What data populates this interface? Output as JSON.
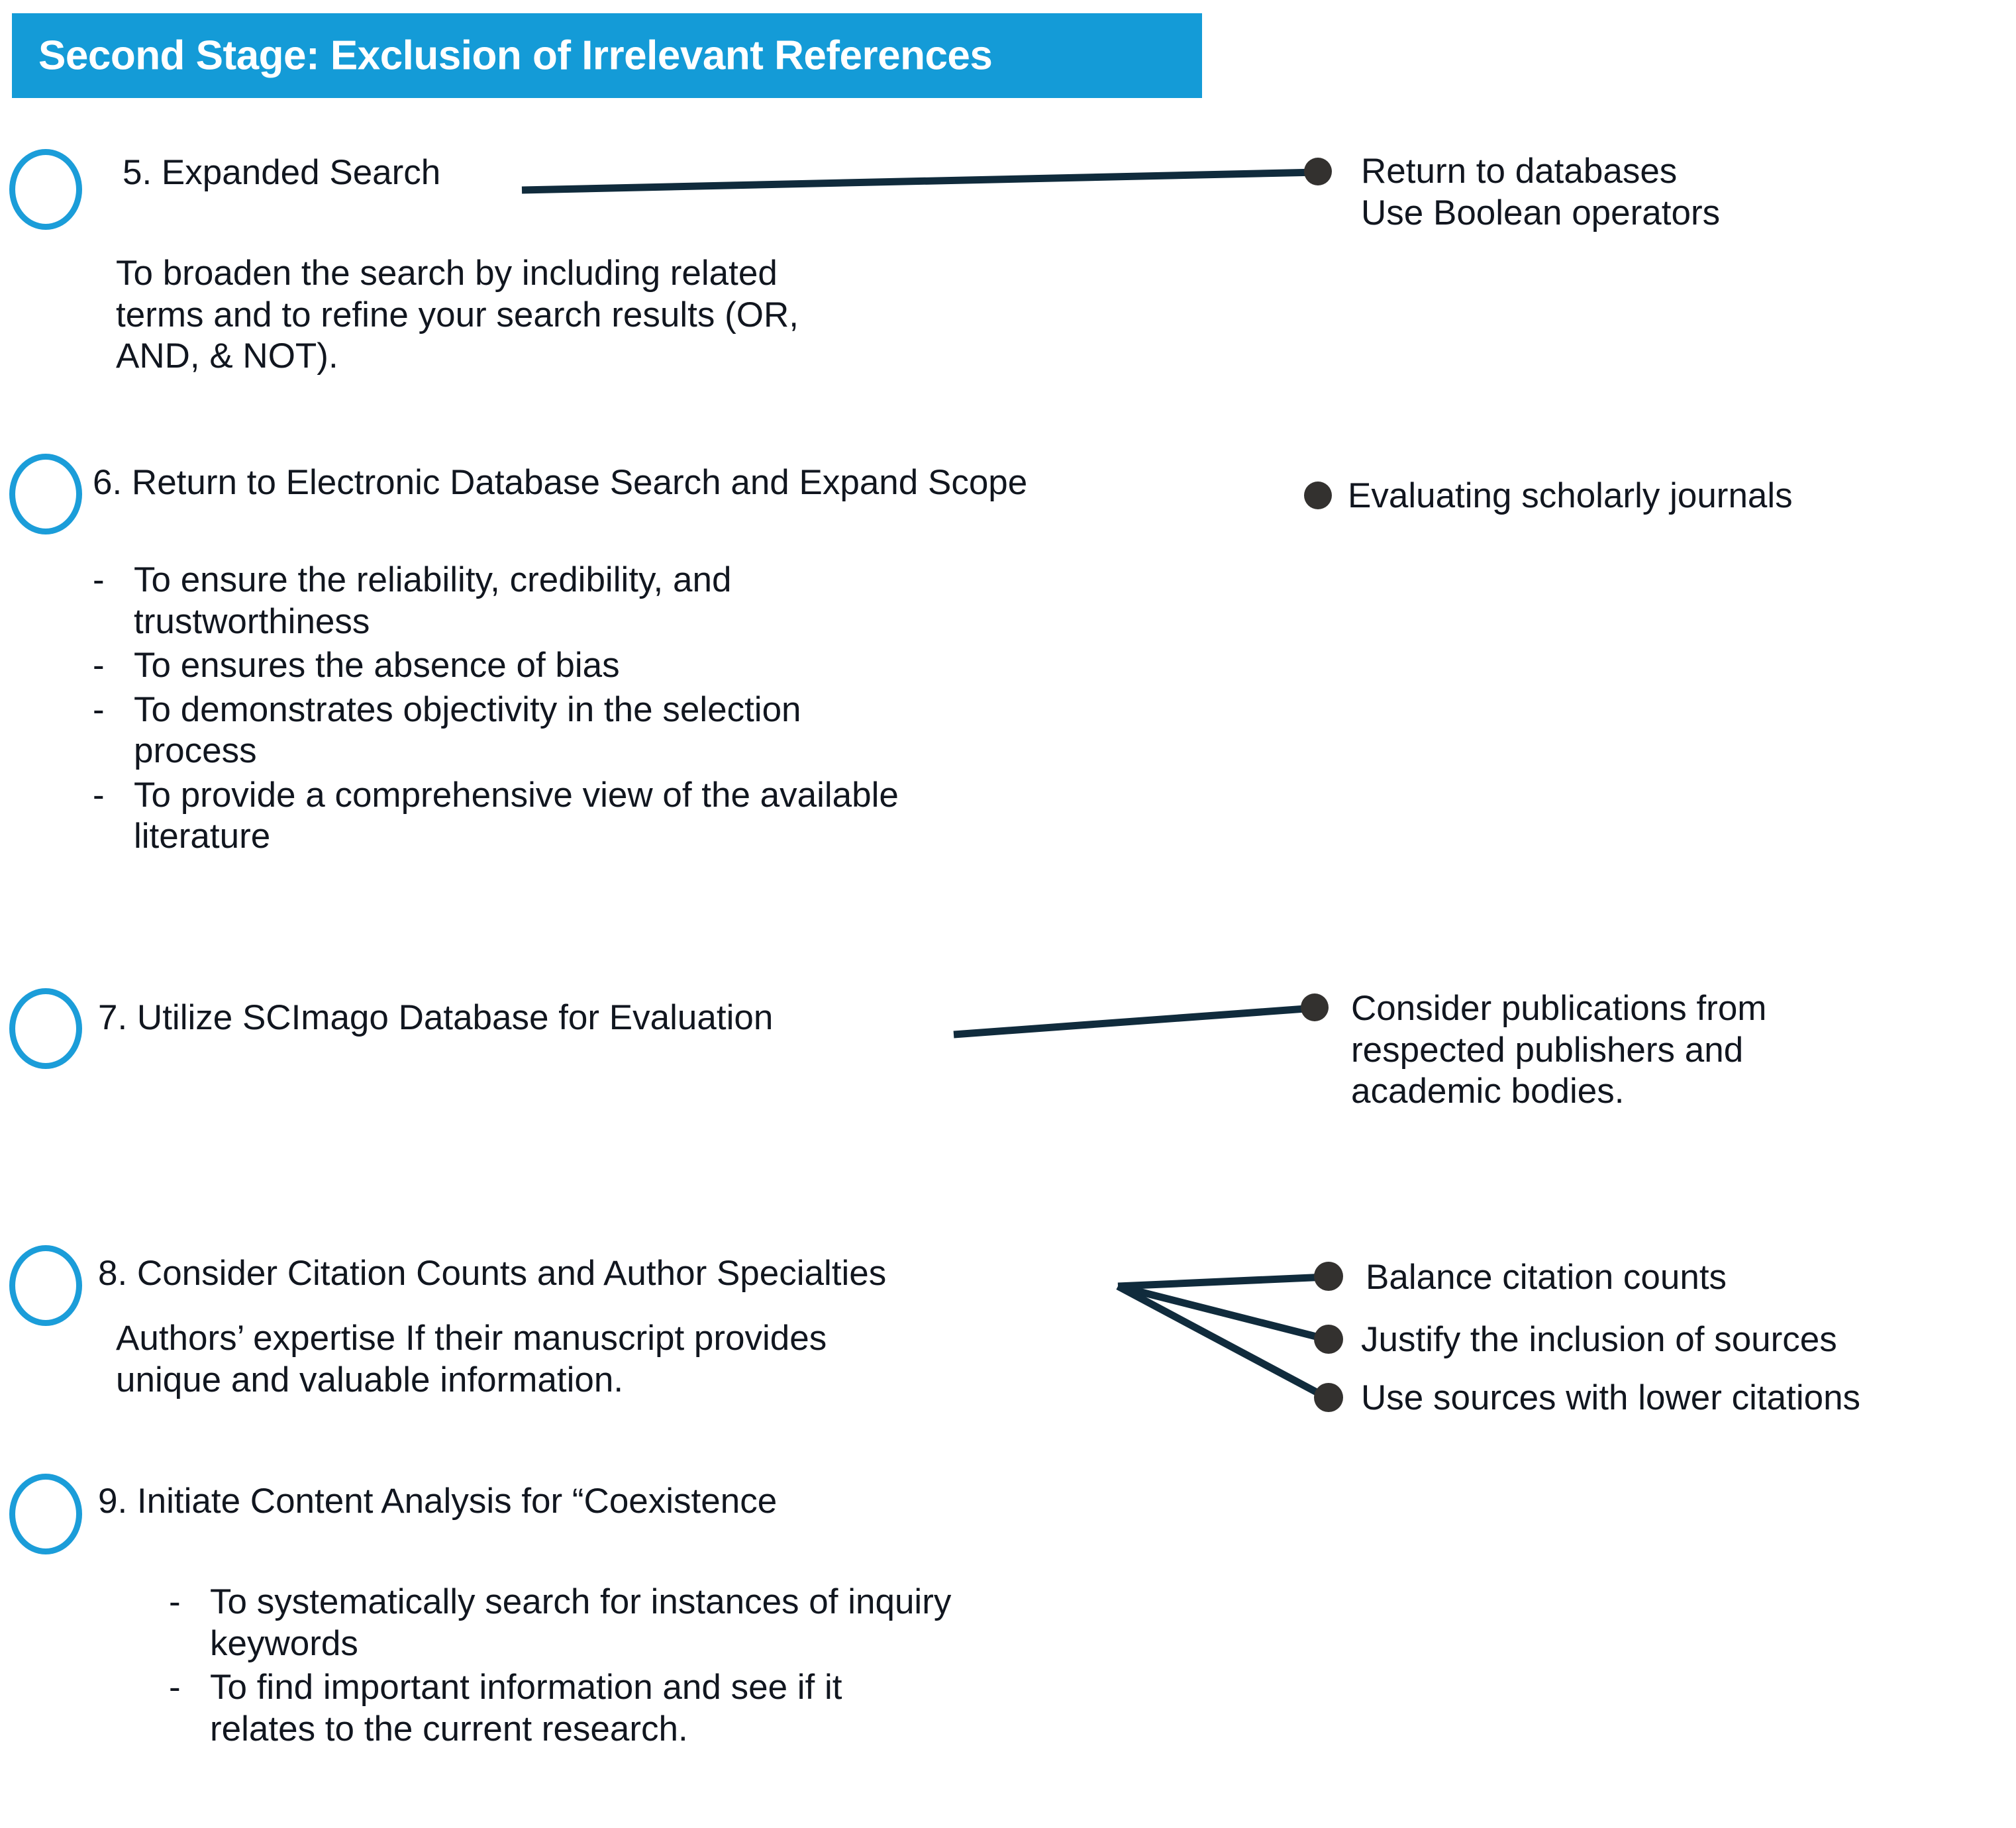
{
  "banner": {
    "title": "Second Stage: Exclusion of Irrelevant References",
    "background_color": "#149BD7",
    "text_color": "#FFFFFF"
  },
  "theme": {
    "ring_color": "#1B9DD9",
    "connector_color": "#102B3C",
    "node_color": "#33312F",
    "text_color": "#11161F"
  },
  "steps": [
    {
      "number": "5",
      "title": "5. Expanded Search",
      "body_lines": [
        "To broaden the search by including related",
        "terms and to refine your search results (OR,",
        "AND, & NOT)."
      ],
      "branches": [
        {
          "lines": [
            "Return to databases",
            "Use Boolean operators"
          ]
        }
      ]
    },
    {
      "number": "6",
      "title": "6. Return to Electronic Database Search and Expand Scope",
      "bullets": [
        [
          "To ensure the reliability, credibility, and",
          "trustworthiness"
        ],
        [
          "To ensures the absence of bias"
        ],
        [
          "To demonstrates objectivity in the selection",
          "process"
        ],
        [
          "To provide a comprehensive view of the available",
          "literature"
        ]
      ],
      "branches": [
        {
          "lines": [
            "Evaluating scholarly journals"
          ]
        }
      ]
    },
    {
      "number": "7",
      "title": "7. Utilize SCImago Database for Evaluation",
      "branches": [
        {
          "lines": [
            "Consider publications from",
            "respected publishers and",
            "academic bodies."
          ]
        }
      ]
    },
    {
      "number": "8",
      "title": "8. Consider Citation Counts and Author Specialties",
      "body_lines": [
        "Authors’ expertise If their manuscript provides",
        "unique and valuable information."
      ],
      "branches": [
        {
          "lines": [
            "Balance citation counts"
          ]
        },
        {
          "lines": [
            "Justify the inclusion of sources"
          ]
        },
        {
          "lines": [
            "Use sources with lower citations"
          ]
        }
      ]
    },
    {
      "number": "9",
      "title": "9. Initiate Content Analysis for “Coexistence",
      "bullets": [
        [
          "To systematically search for instances of inquiry",
          "keywords"
        ],
        [
          "To find important information and see if it",
          "relates to the current research."
        ]
      ]
    }
  ],
  "bullet_dash": "-"
}
